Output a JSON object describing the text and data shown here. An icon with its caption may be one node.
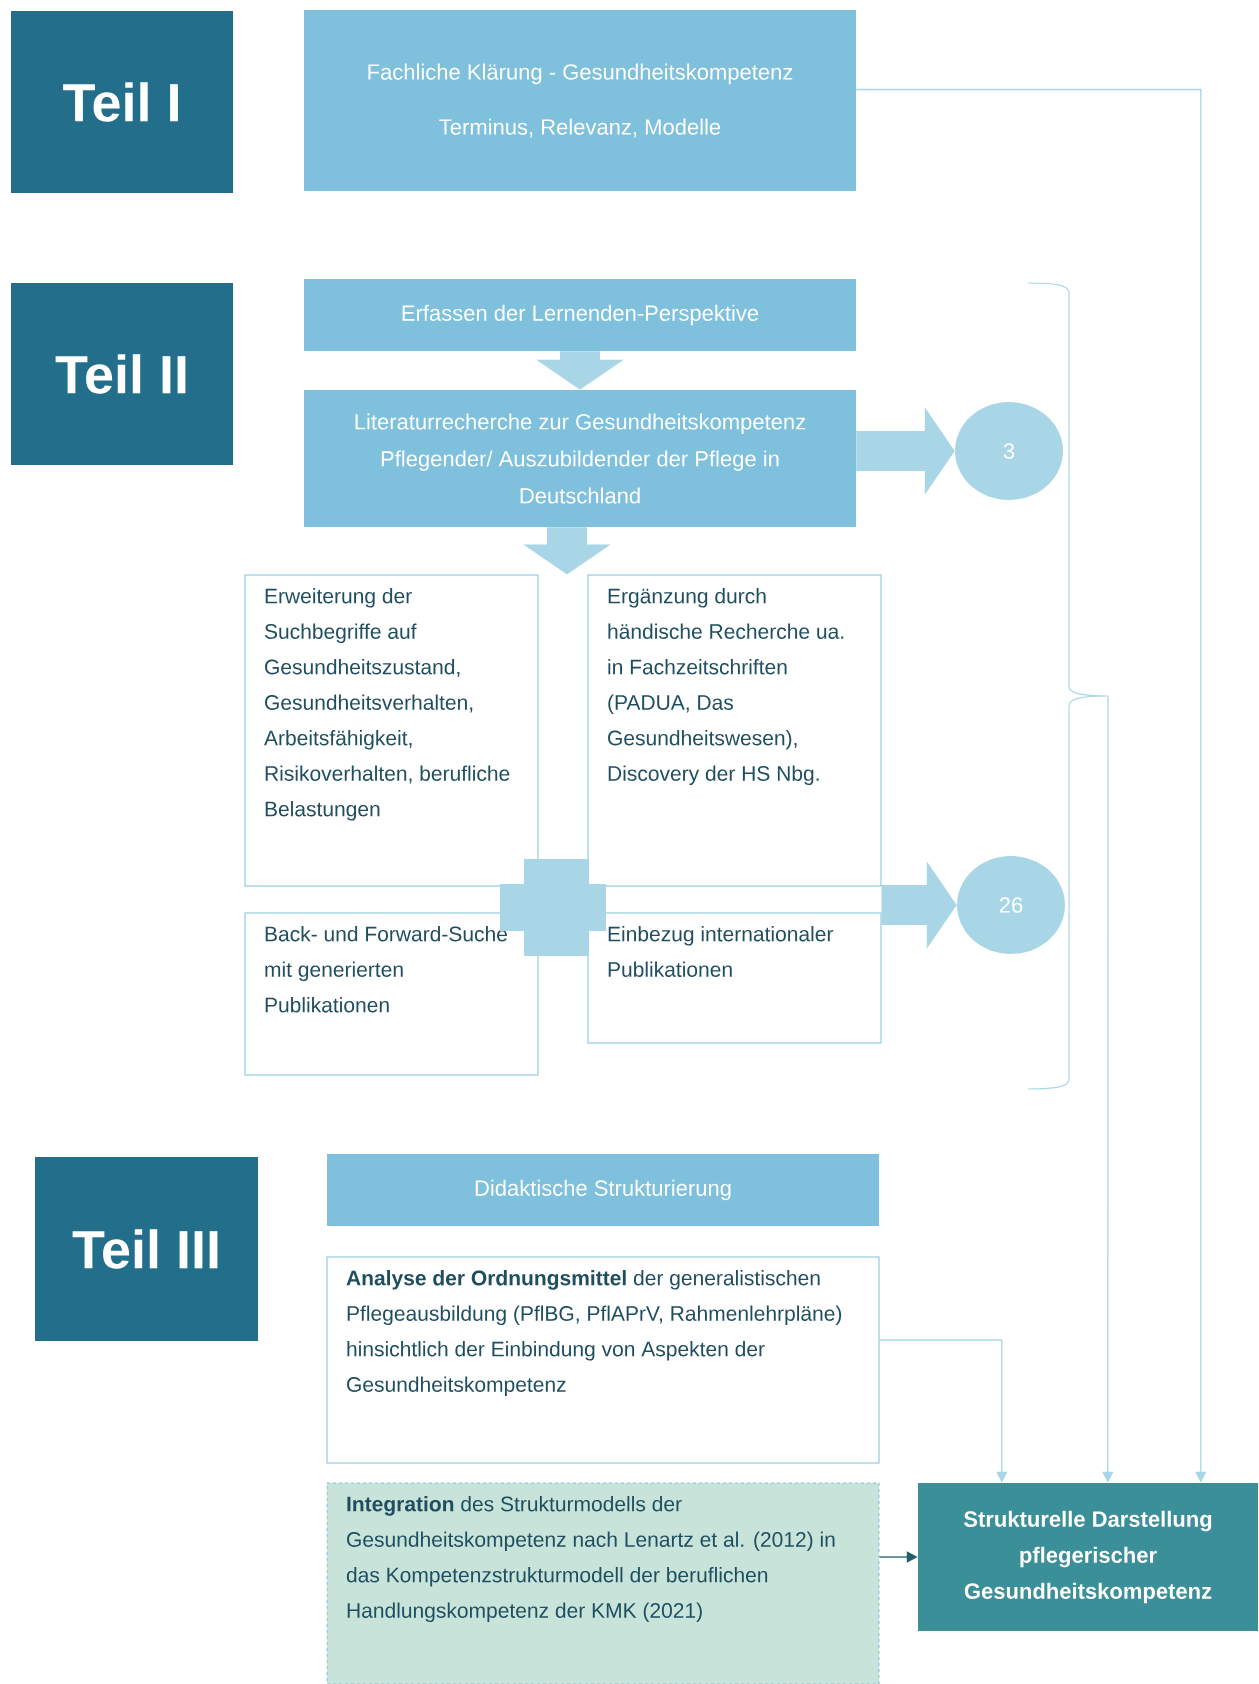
{
  "diagram": {
    "nodes": [
      {
        "text": [
          "Teil I"
        ]
      },
      {
        "text": [
          "Fachliche Klärung - Gesundheitskompetenz",
          "Terminus, Relevanz, Modelle"
        ]
      },
      {
        "text": [
          "Teil II"
        ]
      },
      {
        "text": [
          "Erfassen der Lernenden-Perspektive"
        ]
      },
      {
        "text": [
          "Literaturrecherche zur Gesundheitskompetenz Pflegender/ Auszubildender der Pflege in Deutschland"
        ]
      },
      {
        "text": [
          "3"
        ]
      },
      {
        "text": [
          "Erweiterung der Suchbegriffe auf Gesundheitszustand, Gesundheitsverhalten, Arbeitsfähigkeit, Risikoverhalten, berufliche Belastungen"
        ]
      },
      {
        "text": [
          "Ergänzung durch händische Recherche ua. in Fachzeitschriften (PADUA, Das Gesundheitswesen), Discovery der HS Nbg."
        ]
      },
      {
        "text": [
          "Back- und Forward-Suche mit generierten Publikationen"
        ]
      },
      {
        "text": [
          "Einbezug internationaler Publikationen"
        ]
      },
      {
        "text": [
          "26"
        ]
      },
      {
        "text": [
          "Teil III"
        ]
      },
      {
        "text": [
          "Didaktische Strukturierung"
        ]
      },
      {
        "text": [
          "**Analyse der Ordnungsmittel** der generalistischen Pflegeausbildung (PflBG, PflAPrV, Rahmenlehrpläne) hinsichtlich der Einbindung von Aspekten der Gesundheitskompetenz"
        ]
      },
      {
        "text": [
          "**Integration** des Strukturmodells der Gesundheitskompetenz nach Lenartz et al. (2012) in das Kompetenzstrukturmodell der beruflichen Handlungskompetenz der KMK (2021)"
        ]
      },
      {
        "text": [
          "Strukturelle Darstellung pflegerischer Gesundheitskompetenz"
        ]
      },
      {
        "text": [],
        "shape": "brace"
      }
    ],
    "edges": [
      {
        "from": 3,
        "to": 4,
        "arrow": "to",
        "style": "thick"
      },
      {
        "from": 4,
        "to": 5,
        "arrow": "to",
        "style": "thick"
      },
      {
        "from": 4,
        "to": 6,
        "arrow": "to",
        "style": "thick"
      },
      {
        "from": 9,
        "to": 10,
        "arrow": "to",
        "style": "thick"
      },
      {
        "from": 1,
        "to": 15,
        "arrow": "to"
      },
      {
        "from": 16,
        "to": 15,
        "arrow": "to"
      },
      {
        "from": 13,
        "to": 15,
        "arrow": "to"
      },
      {
        "from": 14,
        "to": 15,
        "arrow": "to",
        "color": "#1f5f6a"
      }
    ]
  }
}
